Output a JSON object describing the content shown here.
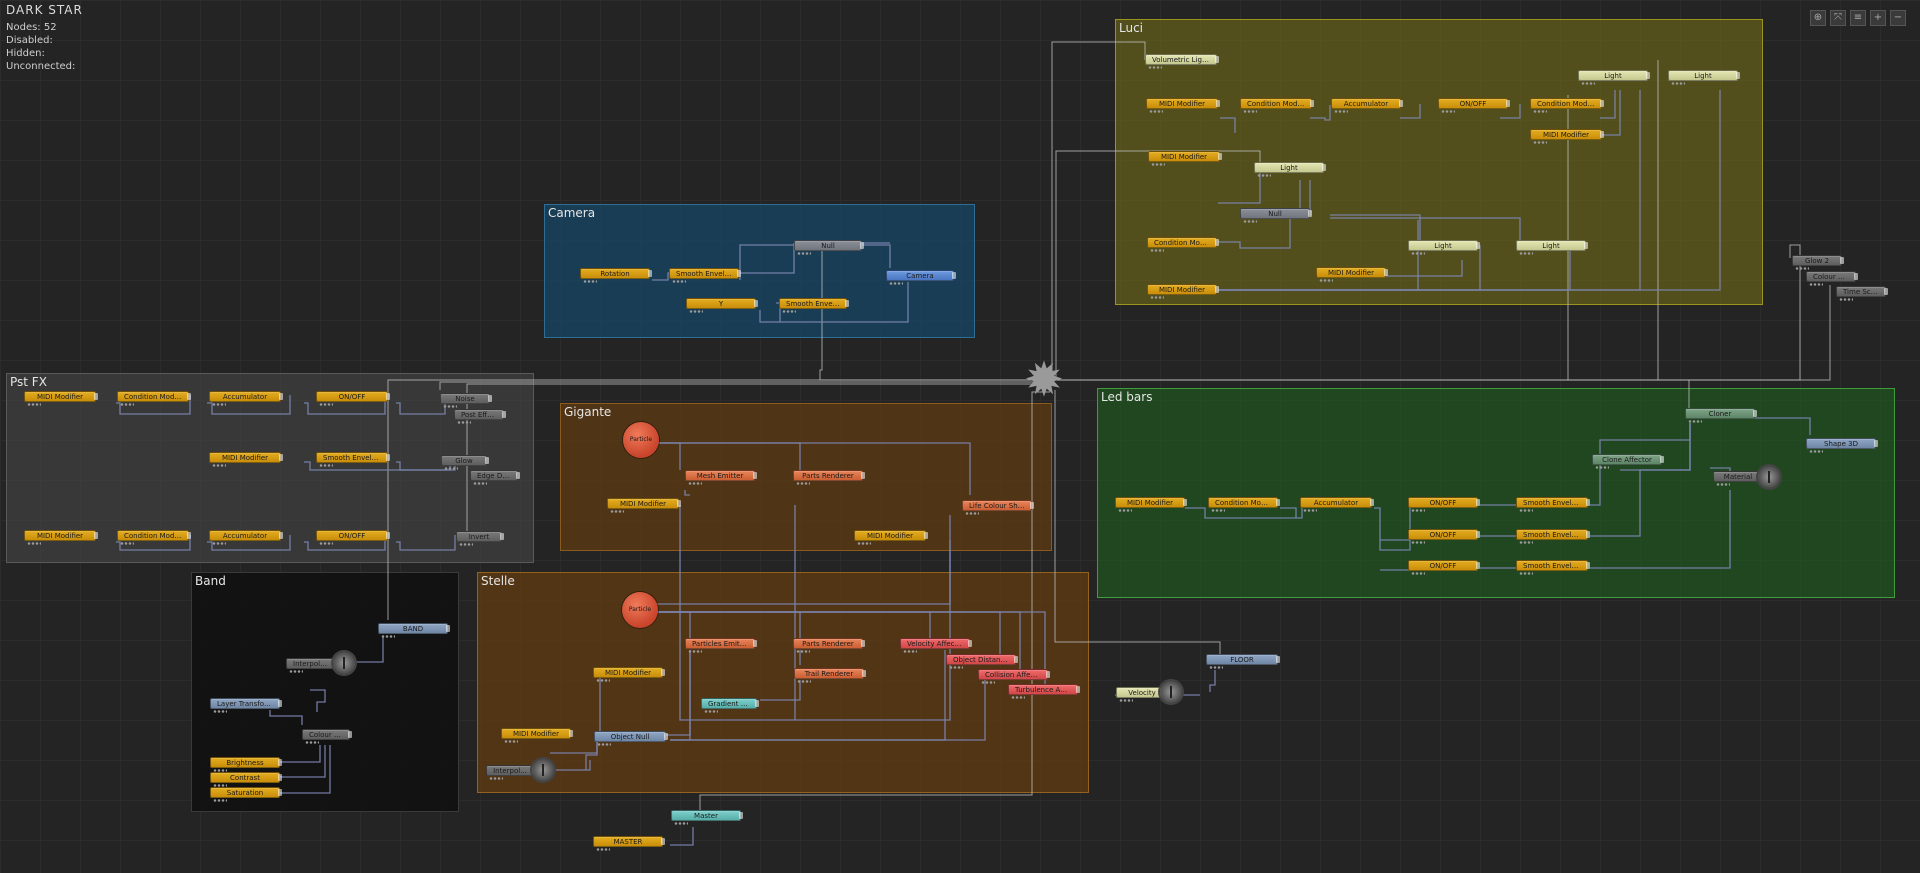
{
  "project": {
    "title": "DARK STAR",
    "stats": [
      "Nodes: 52",
      "Disabled:",
      "Hidden:",
      "Unconnected:"
    ]
  },
  "toolbar": [
    "⊕",
    "⤧",
    "≡",
    "+",
    "−"
  ],
  "colors": {
    "yellow_group": "#6e6a14",
    "camera_group": "#17465f",
    "pstfx_group": "#3a3a3a",
    "orange_group": "#5e3a12",
    "green_group": "#1f5a1f",
    "band_group": "#111111"
  },
  "groups": {
    "luci": "Luci",
    "camera": "Camera",
    "pstfx": "Pst FX",
    "gigante": "Gigante",
    "band": "Band",
    "stelle": "Stelle",
    "ledbars": "Led  bars"
  },
  "nodes": {
    "luci": {
      "volumetric": "Volumetric Lighting",
      "midi1": "MIDI Modifier",
      "condition": "Condition Modifier",
      "accumulator": "Accumulator",
      "onoff": "ON/OFF",
      "cond2": "Condition Modifier",
      "light1": "Light",
      "light2": "Light",
      "midi2": "MIDI Modifier",
      "midi3": "MIDI Modifier",
      "light3": "Light",
      "null": "Null",
      "cond3": "Condition Modifier",
      "light4": "Light",
      "light5": "Light",
      "midi4": "MIDI Modifier",
      "midi5": "MIDI Modifier"
    },
    "camera": {
      "rotation": "Rotation",
      "smooth1": "Smooth Envelop...",
      "null": "Null",
      "camera": "Camera",
      "y": "Y",
      "smooth2": "Smooth Envelope..."
    },
    "pstfx": {
      "midi1": "MIDI Modifier",
      "cond1": "Condition Modifier",
      "acc1": "Accumulator",
      "onoff1": "ON/OFF",
      "noise": "Noise",
      "post": "Post Effe...",
      "midi2": "MIDI Modifier",
      "smooth": "Smooth Envelope...",
      "glow": "Glow",
      "edge": "Edge Detec...",
      "midi3": "MIDI Modifier",
      "cond2": "Condition Modifier",
      "acc2": "Accumulator",
      "onoff2": "ON/OFF",
      "invert": "Invert"
    },
    "gigante": {
      "particle": "Particle",
      "mesh": "Mesh Emitter",
      "parts": "Parts Renderer",
      "midi1": "MIDI Modifier",
      "life": "Life Colour Shading",
      "midi2": "MIDI Modifier"
    },
    "band": {
      "band": "BAND",
      "interp": "Interpolati...",
      "layer": "Layer Transform 2...",
      "colour": "Colour Corr...",
      "brightness": "Brightness",
      "contrast": "Contrast",
      "saturation": "Saturation"
    },
    "stelle": {
      "particle": "Particle",
      "emitter": "Particles Emitter",
      "parts": "Parts Renderer",
      "velocity": "Velocity Affector",
      "midi1": "MIDI Modifier",
      "distance": "Object Distance F...",
      "collision": "Collision Affector",
      "trail": "Trail Renderer",
      "turbulence": "Turbulence Affector",
      "gradient": "Gradient Sh...",
      "midi2": "MIDI Modifier",
      "objnull": "Object Null",
      "interp": "Interpol..."
    },
    "led": {
      "cloner": "Cloner",
      "cloneaff": "Clone Affector",
      "shape": "Shape 3D",
      "material": "Material",
      "midi": "MIDI Modifier",
      "cond": "Condition Modifier",
      "acc": "Accumulator",
      "onoff1": "ON/OFF",
      "smooth1": "Smooth Envelope",
      "onoff2": "ON/OFF",
      "smooth2": "Smooth Envelope...",
      "onoff3": "ON/OFF",
      "smooth3": "Smooth Envelope..."
    },
    "free": {
      "glow2": "Glow 2",
      "colourcor": "Colour Cor...",
      "timescale": "Time Scaling",
      "floor": "FLOOR",
      "velocity": "Velocity",
      "master": "Master",
      "masterctl": "MASTER"
    }
  }
}
